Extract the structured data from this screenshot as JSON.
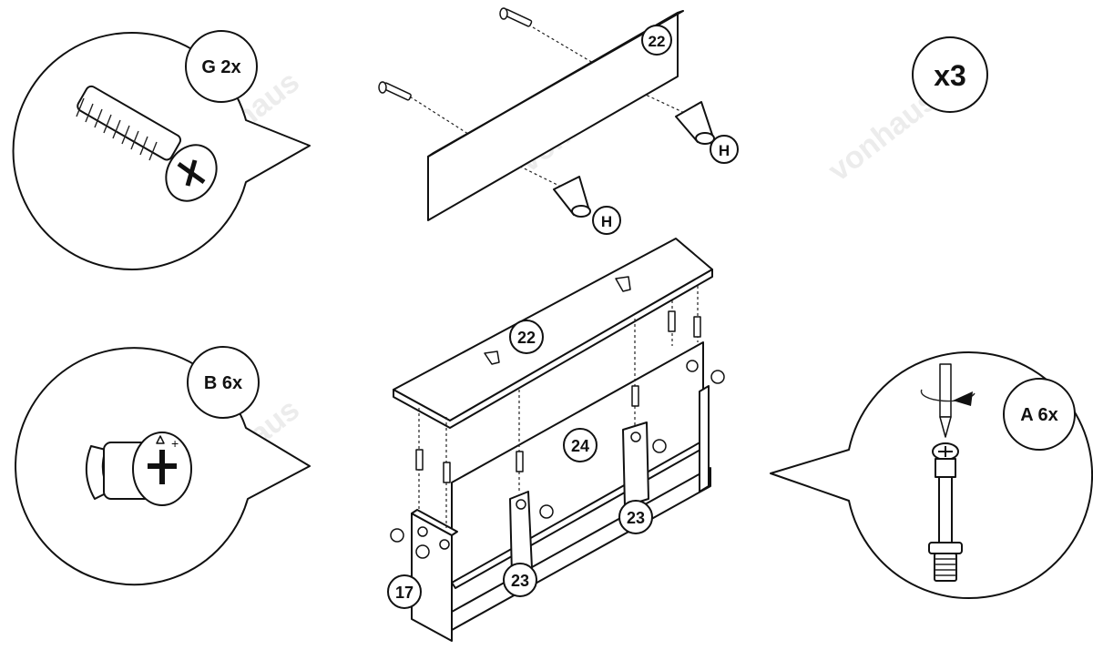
{
  "callouts": [
    {
      "label": "G 2x",
      "icon": "screw-icon"
    },
    {
      "label": "B 6x",
      "icon": "cam-lock-icon"
    },
    {
      "label": "A 6x",
      "icon": "cam-bolt-icon"
    }
  ],
  "repeat_label": "x3",
  "part_labels": {
    "front_panel": "22",
    "drawer_front": "22",
    "back_panel": "24",
    "divider_left": "23",
    "divider_right": "23",
    "side_panel": "17",
    "knob_top": "H",
    "knob_bottom": "H"
  },
  "watermark": "vonhaus",
  "colors": {
    "ink": "#111111",
    "paper": "#ffffff",
    "watermark": "#ececec"
  }
}
